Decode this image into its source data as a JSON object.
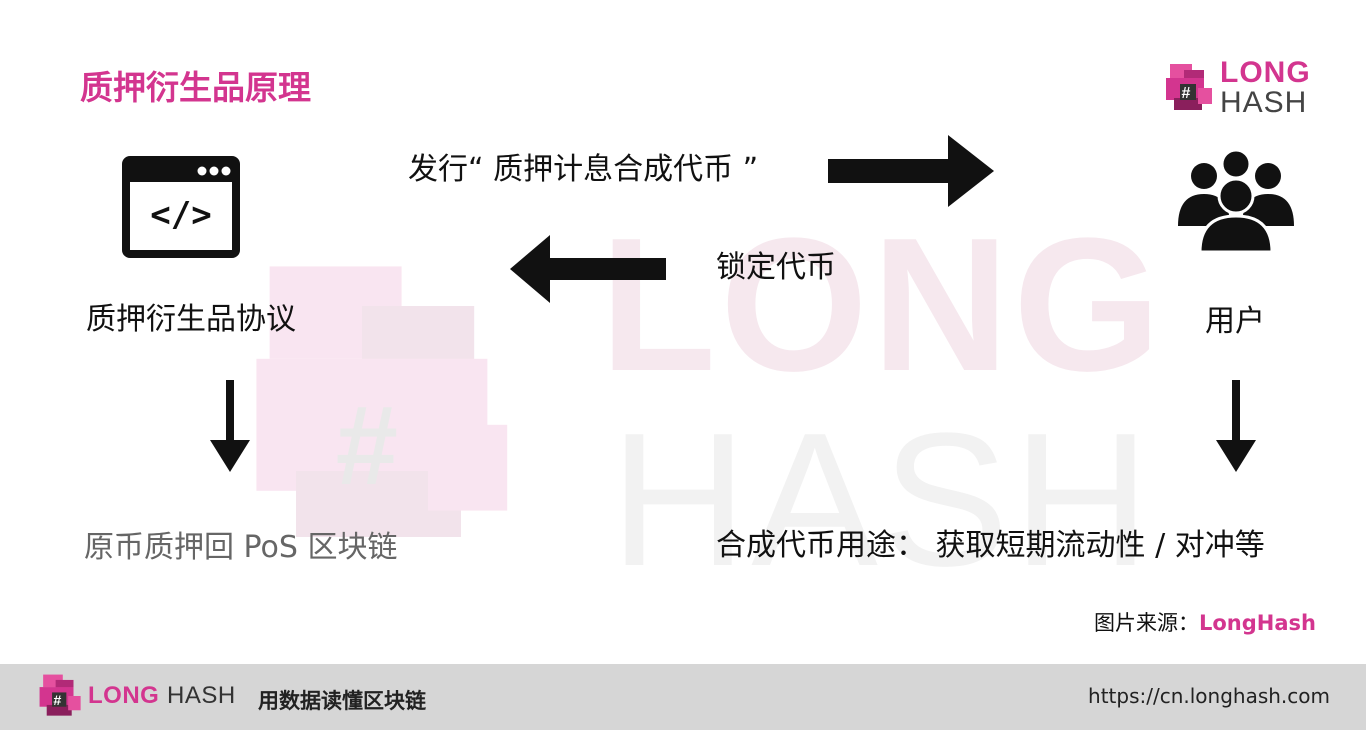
{
  "title": "质押衍生品原理",
  "logo": {
    "word1": "LONG",
    "word2": "HASH"
  },
  "watermark": {
    "word1": "LONG",
    "word2": "HASH"
  },
  "nodes": {
    "protocol_label": "质押衍生品协议",
    "user_label": "用户",
    "stake_label": "原币质押回 PoS 区块链",
    "usage_label": "合成代币用途： 获取短期流动性 / 对冲等"
  },
  "edges": {
    "issue_label": "发行“ 质押计息合成代币 ”",
    "lock_label": "锁定代币"
  },
  "icons": {
    "protocol": "browser-code-icon",
    "user": "user-group-icon",
    "issue": "arrow-right-icon",
    "lock": "arrow-left-icon",
    "down_left": "arrow-down-icon",
    "down_right": "arrow-down-icon"
  },
  "source": {
    "prefix": "图片来源：",
    "brand": "LongHash"
  },
  "footer": {
    "brand_word1": "LONG",
    "brand_word2": "HASH",
    "tagline": "用数据读懂区块链",
    "url": "https://cn.longhash.com"
  },
  "colors": {
    "brand": "#d3358f",
    "footer_bg": "#d6d6d6",
    "text": "#111111",
    "grey_text": "#666666"
  }
}
